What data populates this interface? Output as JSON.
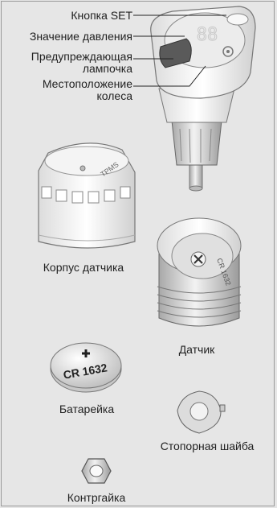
{
  "callouts": {
    "set_button": "Кнопка SET",
    "pressure_value": "Значение давления",
    "warning_lamp_line1": "Предупреждающая",
    "warning_lamp_line2": "лампочка",
    "wheel_position_line1": "Местоположение",
    "wheel_position_line2": "колеса"
  },
  "parts": {
    "sensor_housing": "Корпус датчика",
    "sensor": "Датчик",
    "battery": "Батарейка",
    "lock_washer": "Стопорная шайба",
    "lock_nut": "Контргайка"
  },
  "markings": {
    "housing_text": "TPMS",
    "battery_text": "CR 1632",
    "sensor_battery_text": "CR 1632",
    "display_digits": "88"
  }
}
